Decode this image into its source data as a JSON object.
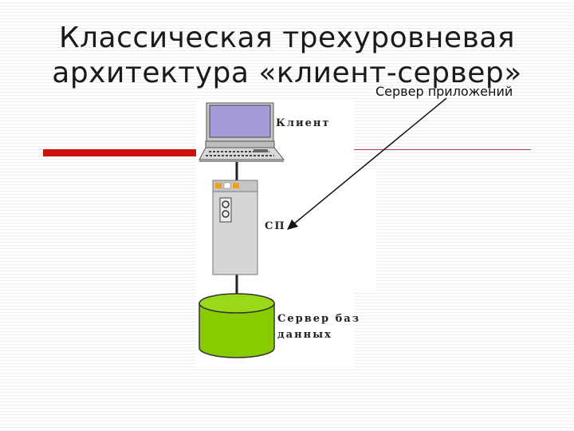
{
  "slide": {
    "title_line1": "Классическая трехуровневая",
    "title_line2": "архитектура «клиент-сервер»",
    "annotation": "Сервер приложений",
    "colors": {
      "accent_bar": "#cc1111",
      "database_fill": "#88cc00"
    }
  },
  "diagram": {
    "client_label": "Клиент",
    "app_server_label": "СП",
    "db_label_line1": "Сервер баз",
    "db_label_line2": "данных",
    "icons": [
      "computer-icon",
      "server-tower-icon",
      "database-cylinder-icon"
    ]
  }
}
